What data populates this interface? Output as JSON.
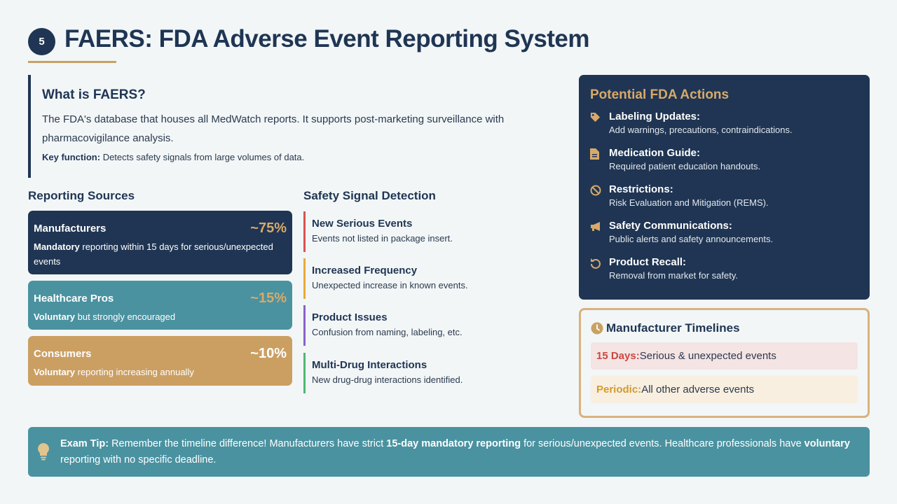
{
  "header": {
    "slide_number": "5",
    "title": "FAERS: FDA Adverse Event Reporting System"
  },
  "what_is": {
    "title": "What is FAERS?",
    "description": "The FDA's database that houses all MedWatch reports. It supports post-marketing surveillance with pharmacovigilance analysis.",
    "key_label": "Key function:",
    "key_text": "Detects safety signals from large volumes of data."
  },
  "reporting_sources": {
    "title": "Reporting Sources",
    "items": [
      {
        "name": "Manufacturers",
        "percent": "~75%",
        "desc_bold": "Mandatory",
        "desc_rest": "reporting within 15 days for serious/unexpected events"
      },
      {
        "name": "Healthcare Pros",
        "percent": "~15%",
        "desc_bold": "Voluntary",
        "desc_rest": "but strongly encouraged"
      },
      {
        "name": "Consumers",
        "percent": "~10%",
        "desc_bold": "Voluntary",
        "desc_rest": "reporting increasing annually"
      }
    ]
  },
  "signal_detection": {
    "title": "Safety Signal Detection",
    "items": [
      {
        "title": "New Serious Events",
        "desc": "Events not listed in package insert.",
        "color": "#d9534f"
      },
      {
        "title": "Increased Frequency",
        "desc": "Unexpected increase in known events.",
        "color": "#e8a93a"
      },
      {
        "title": "Product Issues",
        "desc": "Confusion from naming, labeling, etc.",
        "color": "#8a62c9"
      },
      {
        "title": "Multi-Drug Interactions",
        "desc": "New drug-drug interactions identified.",
        "color": "#4fb872"
      }
    ]
  },
  "fda_actions": {
    "title": "Potential FDA Actions",
    "items": [
      {
        "icon": "tag-icon",
        "title": "Labeling Updates:",
        "desc": "Add warnings, precautions, contraindications."
      },
      {
        "icon": "document-icon",
        "title": "Medication Guide:",
        "desc": "Required patient education handouts."
      },
      {
        "icon": "ban-icon",
        "title": "Restrictions:",
        "desc": "Risk Evaluation and Mitigation (REMS)."
      },
      {
        "icon": "megaphone-icon",
        "title": "Safety Communications:",
        "desc": "Public alerts and safety announcements."
      },
      {
        "icon": "undo-icon",
        "title": "Product Recall:",
        "desc": "Removal from market for safety."
      }
    ]
  },
  "timelines": {
    "title": "Manufacturer Timelines",
    "items": [
      {
        "label": "15 Days:",
        "text": "Serious & unexpected events"
      },
      {
        "label": "Periodic:",
        "text": "All other adverse events"
      }
    ]
  },
  "exam_tip": {
    "label": "Exam Tip:",
    "text1": "Remember the timeline difference! Manufacturers have strict",
    "bold1": "15-day mandatory reporting",
    "text2": "for serious/unexpected events. Healthcare professionals have",
    "bold2": "voluntary",
    "text3": "reporting with no specific deadline."
  },
  "colors": {
    "navy": "#1f3553",
    "gold": "#d8a969",
    "teal": "#4a92a0",
    "tan": "#cb9f62"
  }
}
